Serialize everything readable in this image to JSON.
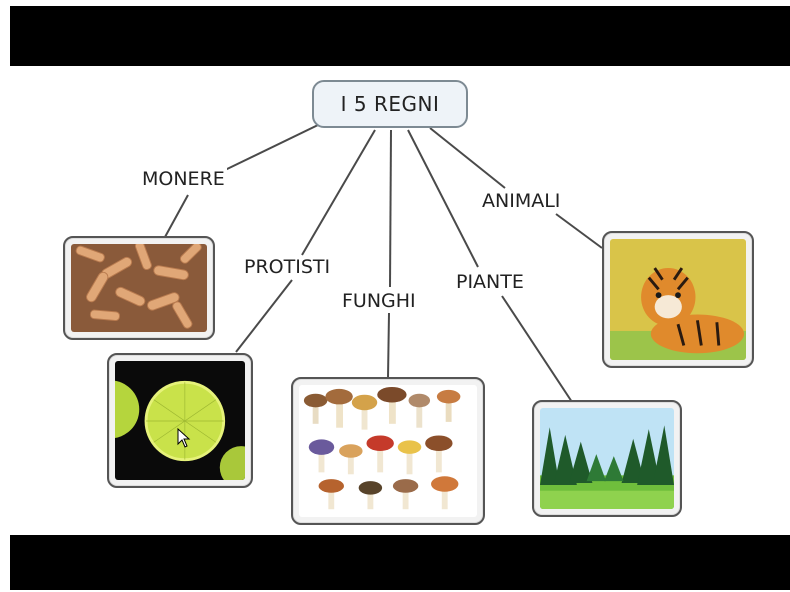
{
  "diagram": {
    "root": "I 5 REGNI",
    "branches": [
      {
        "id": "monere",
        "label": "MONERE",
        "image": "bacteria-image"
      },
      {
        "id": "protisti",
        "label": "PROTISTI",
        "image": "diatoms-image"
      },
      {
        "id": "funghi",
        "label": "FUNGHI",
        "image": "mushrooms-image"
      },
      {
        "id": "piante",
        "label": "PIANTE",
        "image": "forest-image"
      },
      {
        "id": "animali",
        "label": "ANIMALI",
        "image": "tiger-image"
      }
    ]
  },
  "colors": {
    "letterbox": "#000000",
    "line": "#4a4a4a",
    "root_fill": "#eef3f8",
    "root_border": "#7d8a93"
  }
}
